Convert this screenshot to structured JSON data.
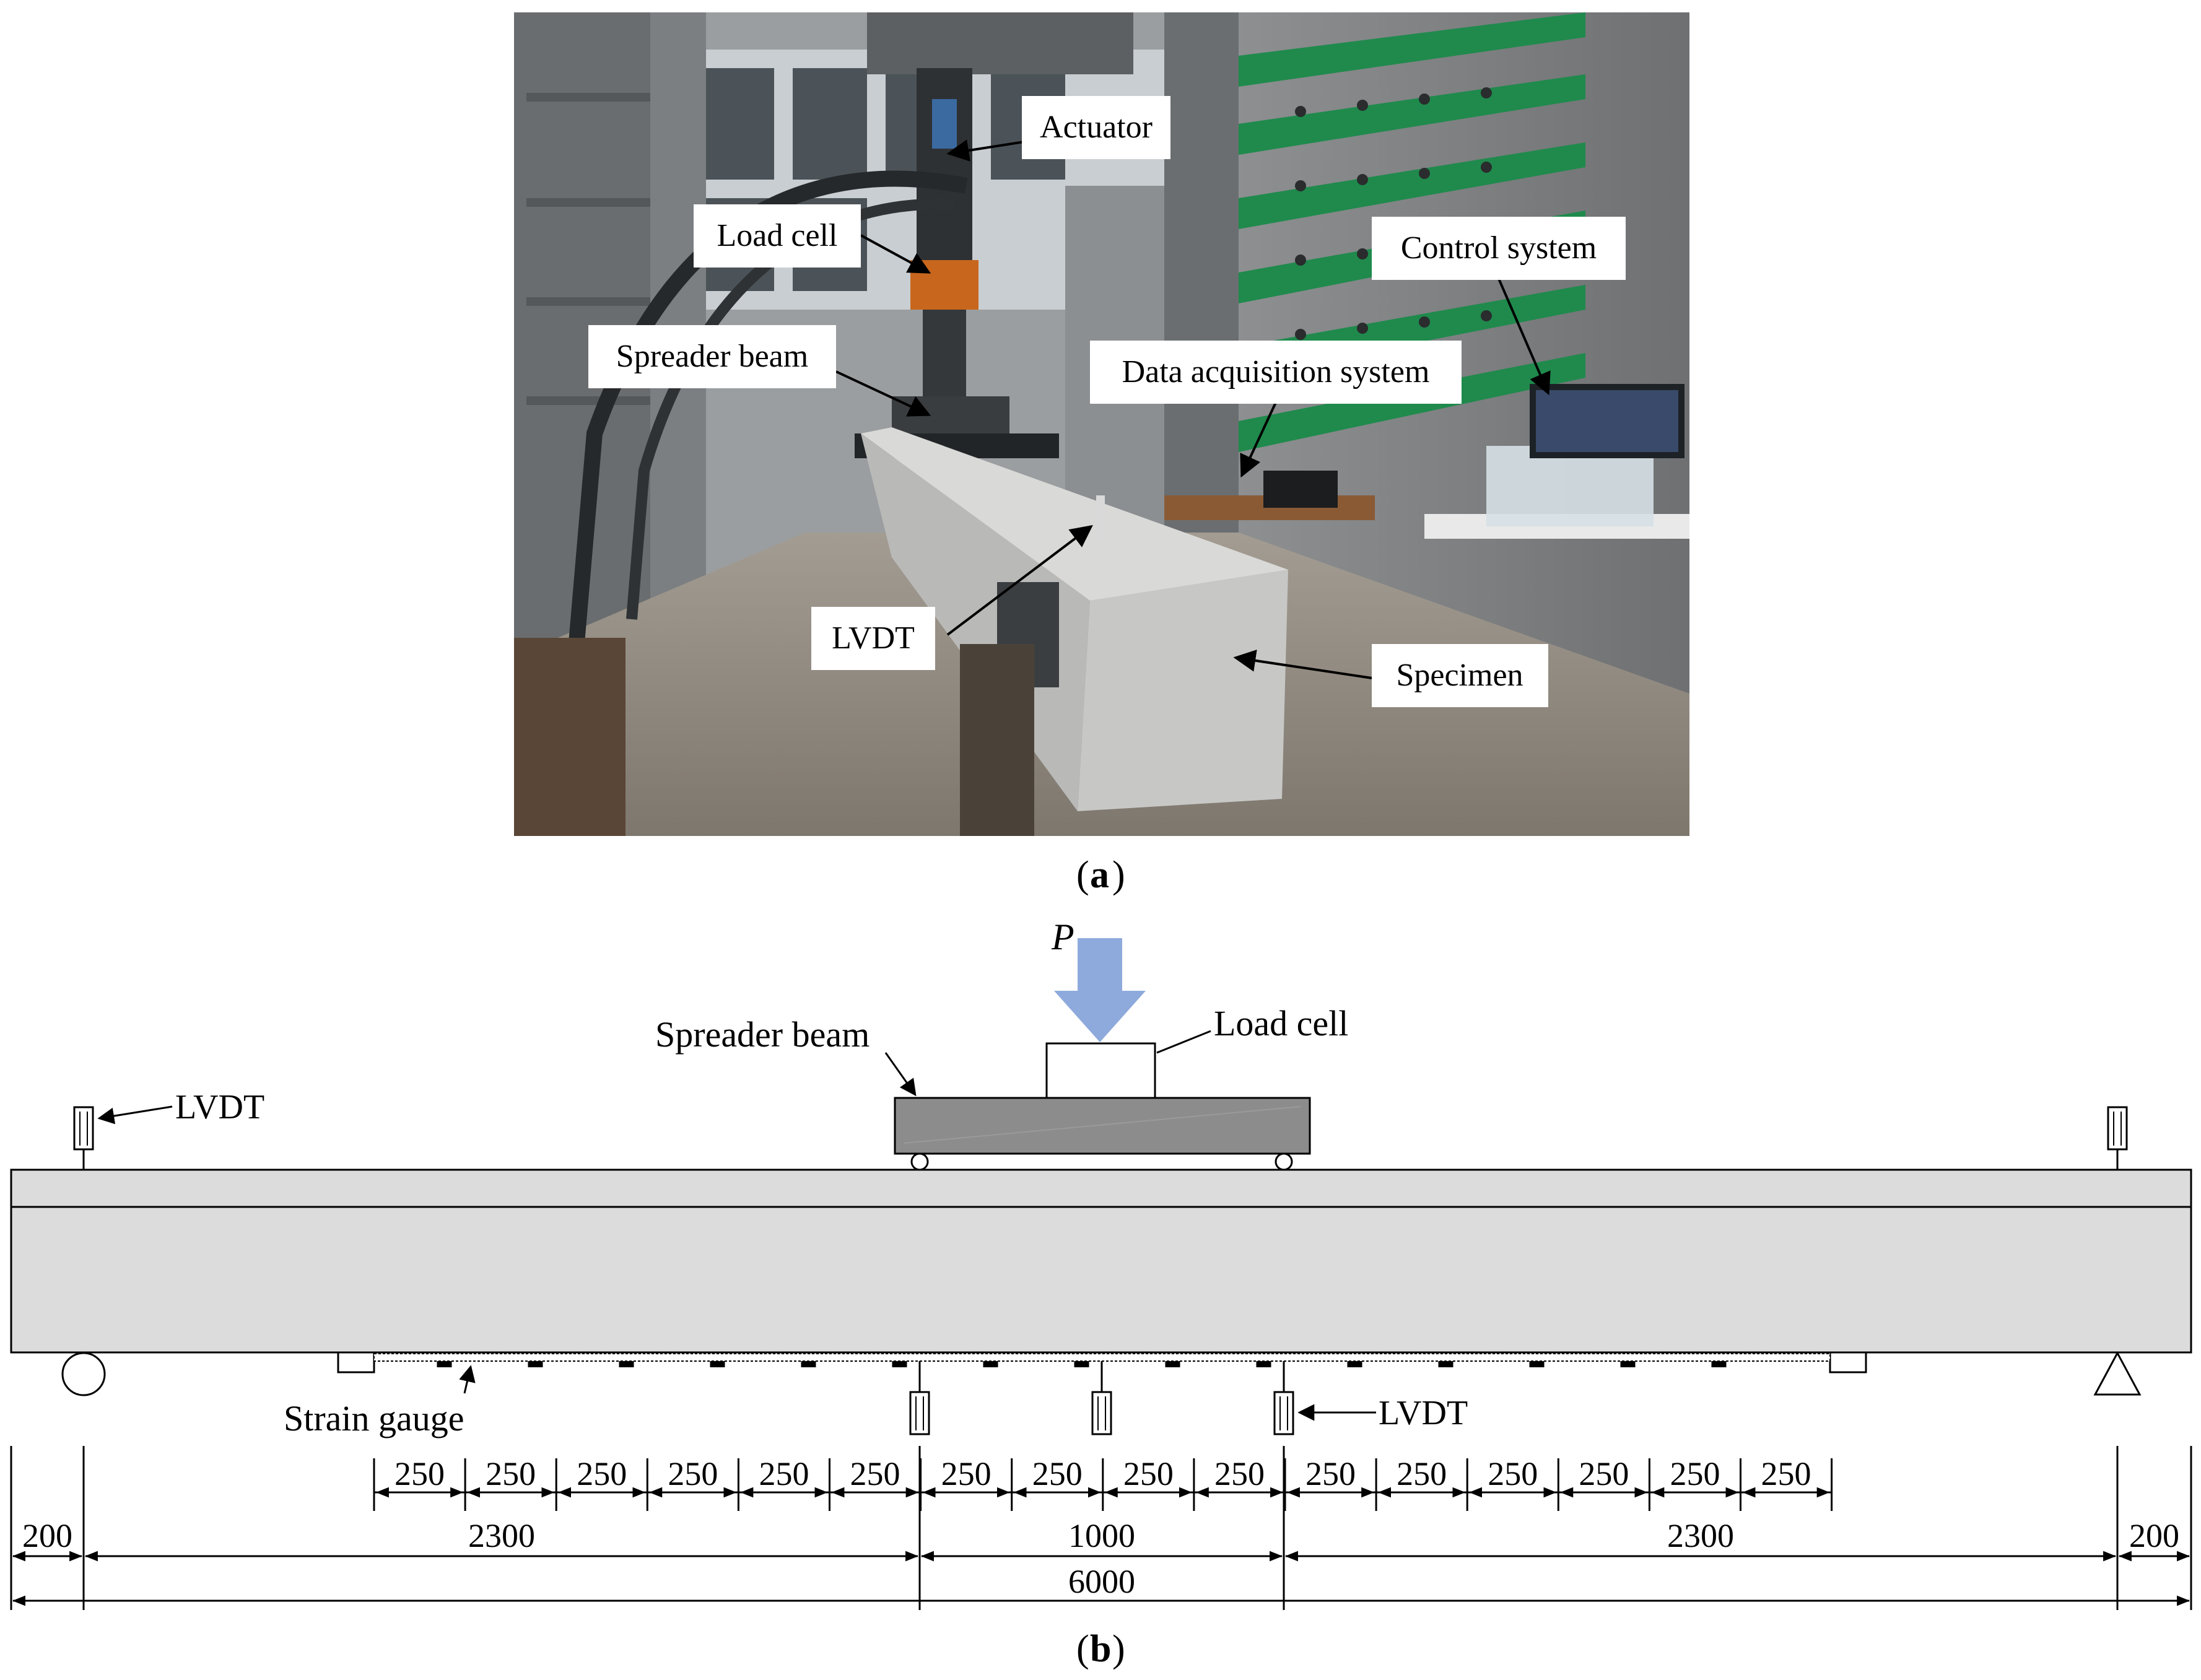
{
  "panel_a": {
    "caption_letter": "a",
    "labels": {
      "actuator": "Actuator",
      "load_cell": "Load cell",
      "control_system": "Control system",
      "spreader_beam": "Spreader beam",
      "data_acquisition": "Data acquisition system",
      "lvdt": "LVDT",
      "specimen": "Specimen"
    }
  },
  "panel_b": {
    "caption_letter": "b",
    "labels": {
      "load_symbol": "P",
      "spreader_beam": "Spreader beam",
      "load_cell": "Load cell",
      "lvdt_left": "LVDT",
      "lvdt_bottom": "LVDT",
      "strain_gauge": "Strain gauge"
    },
    "dimensions": {
      "gauge_spacing": [
        "250",
        "250",
        "250",
        "250",
        "250",
        "250",
        "250",
        "250",
        "250",
        "250",
        "250",
        "250",
        "250",
        "250",
        "250",
        "250"
      ],
      "spans": [
        "200",
        "2300",
        "1000",
        "2300",
        "200"
      ],
      "total": "6000"
    },
    "colors": {
      "beam": "#dcdcdc",
      "spreader": "#8c8c8c",
      "load_arrow": "#8eaadc"
    }
  }
}
